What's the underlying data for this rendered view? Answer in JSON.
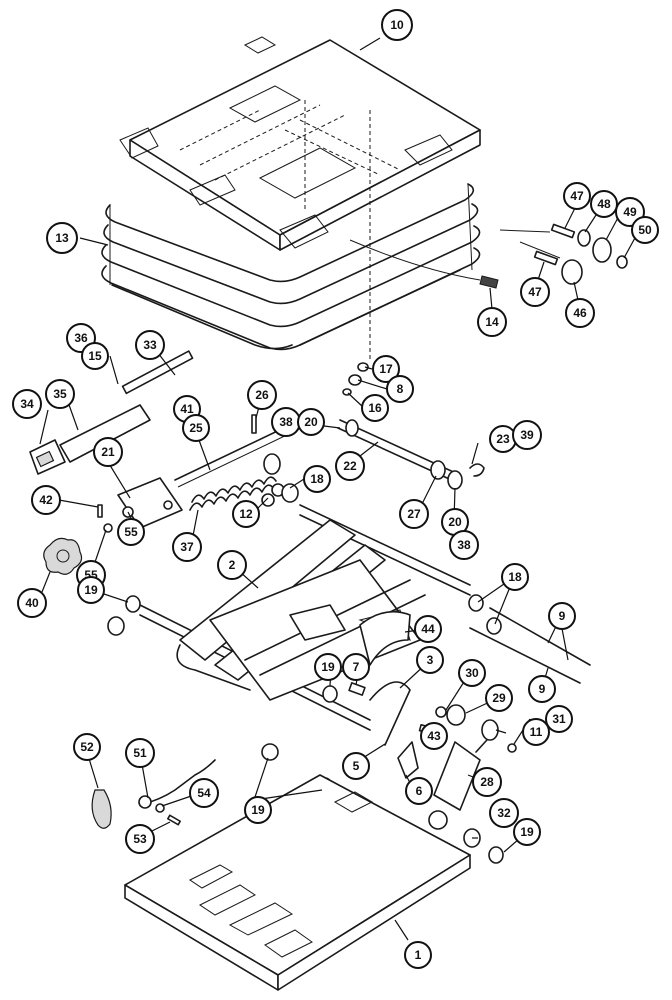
{
  "diagram": {
    "callouts": [
      {
        "id": "c10",
        "label": "10"
      },
      {
        "id": "c13",
        "label": "13"
      },
      {
        "id": "c47a",
        "label": "47"
      },
      {
        "id": "c48",
        "label": "48"
      },
      {
        "id": "c49",
        "label": "49"
      },
      {
        "id": "c50",
        "label": "50"
      },
      {
        "id": "c47b",
        "label": "47"
      },
      {
        "id": "c46",
        "label": "46"
      },
      {
        "id": "c14",
        "label": "14"
      },
      {
        "id": "c36",
        "label": "36"
      },
      {
        "id": "c15",
        "label": "15"
      },
      {
        "id": "c33",
        "label": "33"
      },
      {
        "id": "c17",
        "label": "17"
      },
      {
        "id": "c8",
        "label": "8"
      },
      {
        "id": "c16",
        "label": "16"
      },
      {
        "id": "c34",
        "label": "34"
      },
      {
        "id": "c35",
        "label": "35"
      },
      {
        "id": "c41",
        "label": "41"
      },
      {
        "id": "c26",
        "label": "26"
      },
      {
        "id": "c25",
        "label": "25"
      },
      {
        "id": "c38a",
        "label": "38"
      },
      {
        "id": "c20a",
        "label": "20"
      },
      {
        "id": "c23",
        "label": "23"
      },
      {
        "id": "c39",
        "label": "39"
      },
      {
        "id": "c21",
        "label": "21"
      },
      {
        "id": "c22",
        "label": "22"
      },
      {
        "id": "c18a",
        "label": "18"
      },
      {
        "id": "c12",
        "label": "12"
      },
      {
        "id": "c42",
        "label": "42"
      },
      {
        "id": "c27",
        "label": "27"
      },
      {
        "id": "c20b",
        "label": "20"
      },
      {
        "id": "c38b",
        "label": "38"
      },
      {
        "id": "c55a",
        "label": "55"
      },
      {
        "id": "c37",
        "label": "37"
      },
      {
        "id": "c55b",
        "label": "55"
      },
      {
        "id": "c2",
        "label": "2"
      },
      {
        "id": "c40",
        "label": "40"
      },
      {
        "id": "c19a",
        "label": "19"
      },
      {
        "id": "c18b",
        "label": "18"
      },
      {
        "id": "c9a",
        "label": "9"
      },
      {
        "id": "c44",
        "label": "44"
      },
      {
        "id": "c3",
        "label": "3"
      },
      {
        "id": "c19b",
        "label": "19"
      },
      {
        "id": "c7",
        "label": "7"
      },
      {
        "id": "c30",
        "label": "30"
      },
      {
        "id": "c9b",
        "label": "9"
      },
      {
        "id": "c29",
        "label": "29"
      },
      {
        "id": "c31",
        "label": "31"
      },
      {
        "id": "c11",
        "label": "11"
      },
      {
        "id": "c43",
        "label": "43"
      },
      {
        "id": "c52",
        "label": "52"
      },
      {
        "id": "c51",
        "label": "51"
      },
      {
        "id": "c5",
        "label": "5"
      },
      {
        "id": "c28",
        "label": "28"
      },
      {
        "id": "c6",
        "label": "6"
      },
      {
        "id": "c54",
        "label": "54"
      },
      {
        "id": "c19c",
        "label": "19"
      },
      {
        "id": "c32",
        "label": "32"
      },
      {
        "id": "c19d",
        "label": "19"
      },
      {
        "id": "c53",
        "label": "53"
      },
      {
        "id": "c1",
        "label": "1"
      }
    ]
  }
}
